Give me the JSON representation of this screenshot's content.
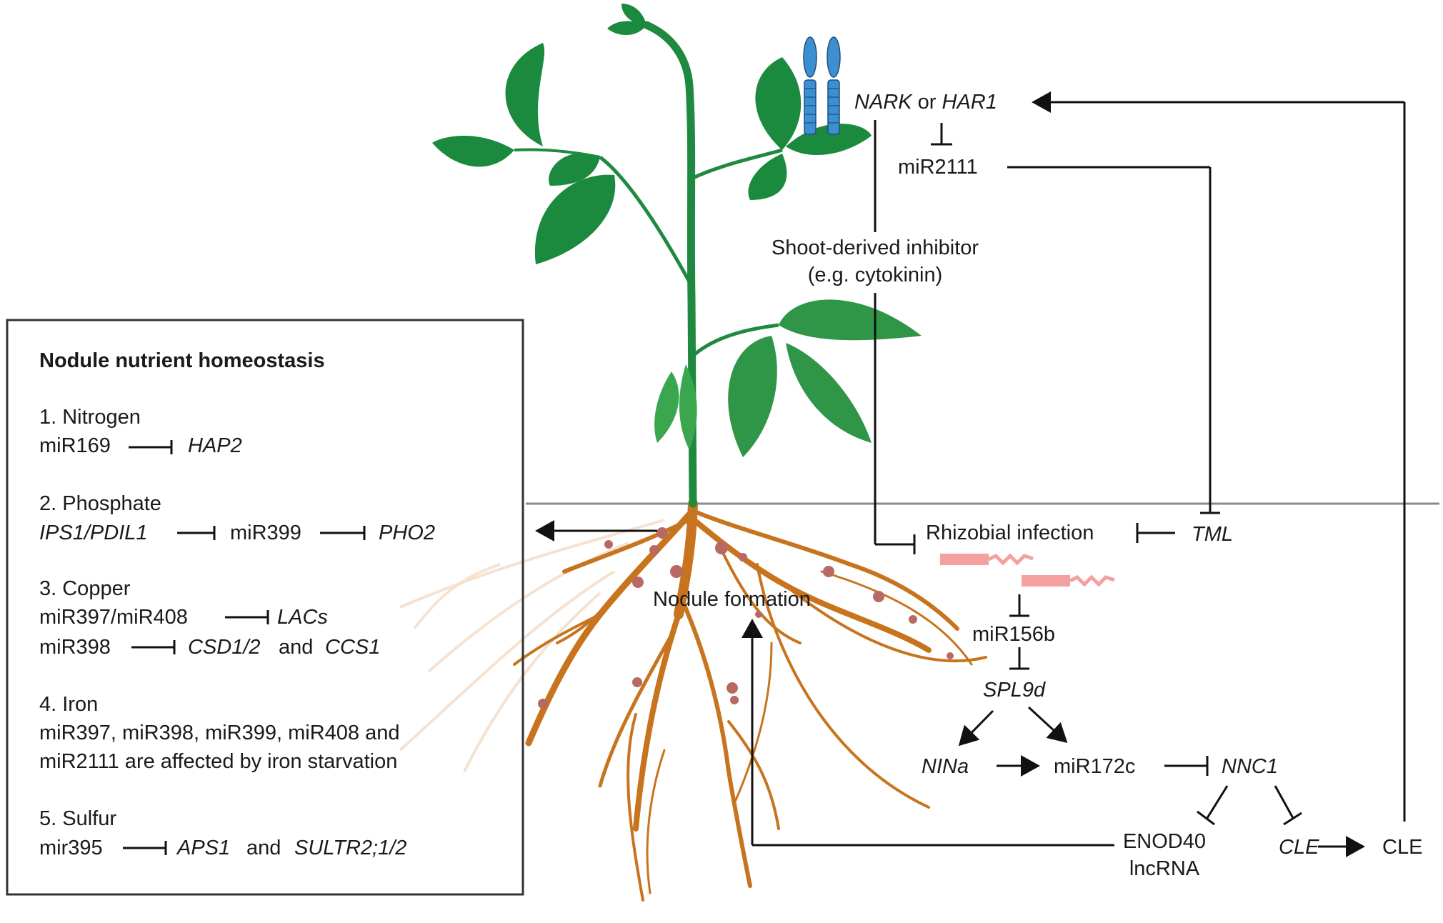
{
  "box": {
    "title": "Nodule nutrient homeostasis",
    "nitrogen": {
      "heading": "1. Nitrogen",
      "mir": "miR169",
      "target": "HAP2"
    },
    "phosphate": {
      "heading": "2. Phosphate",
      "src": "IPS1/PDIL1",
      "mir": "miR399",
      "target": "PHO2"
    },
    "copper": {
      "heading": "3. Copper",
      "mir1": "miR397/miR408",
      "target1": "LACs",
      "mir2": "miR398",
      "target2a": "CSD1/2",
      "and": "and",
      "target2b": "CCS1"
    },
    "iron": {
      "heading": "4. Iron",
      "line1": "miR397, miR398, miR399, miR408 and",
      "line2": "miR2111 are affected by iron starvation"
    },
    "sulfur": {
      "heading": "5. Sulfur",
      "mir": "mir395",
      "target1": "APS1",
      "and": "and",
      "target2": "SULTR2;1/2"
    }
  },
  "pathway": {
    "nark": "NARK",
    "or": "or",
    "har1": "HAR1",
    "mir2111": "miR2111",
    "inhibitor_line1": "Shoot-derived inhibitor",
    "inhibitor_line2": "(e.g. cytokinin)",
    "rhizobial_infection": "Rhizobial infection",
    "tml": "TML",
    "nodule_formation": "Nodule formation",
    "mir156b": "miR156b",
    "spl9d": "SPL9d",
    "nina": "NINa",
    "mir172c": "miR172c",
    "nnc1": "NNC1",
    "enod40_line1": "ENOD40",
    "enod40_line2": "lncRNA",
    "cle_gene": "CLE",
    "cle_peptide": "CLE"
  },
  "colors": {
    "leaf_dark": "#1b8a3e",
    "leaf_light": "#3aa74f",
    "stem": "#1f8a3f",
    "root": "#c8741e",
    "root_faint": "#f5ddc8",
    "nodule": "#b86a62",
    "receptor": "#3d8fd1",
    "transcript": "#f4a0a0",
    "soil_line": "#8a8a8a"
  }
}
